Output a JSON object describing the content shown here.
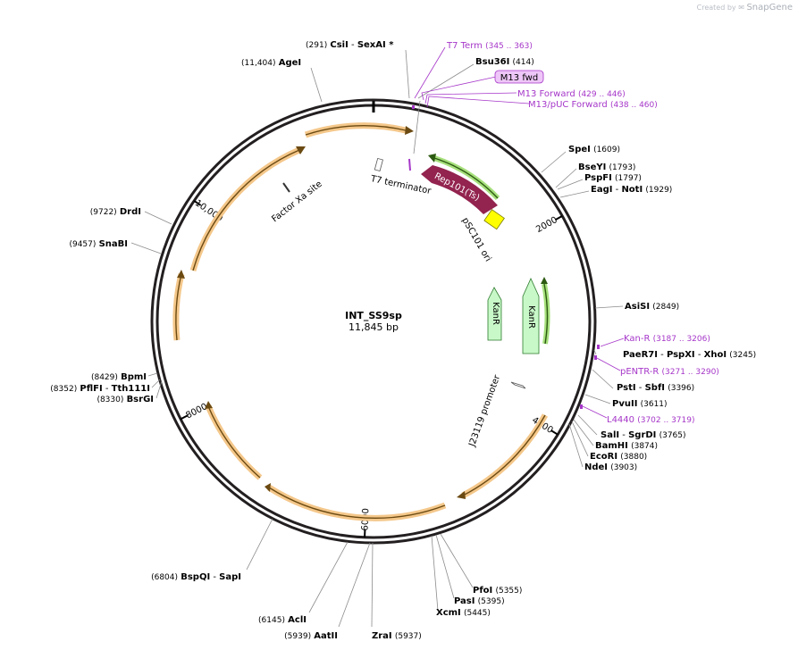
{
  "brand": {
    "prefix": "Created by",
    "name": "SnapGene"
  },
  "plasmid": {
    "name": "INT_SS9sp",
    "length_label": "11,845 bp",
    "length": 11845
  },
  "ticks": [
    {
      "bp": 2000,
      "label": "2000"
    },
    {
      "bp": 4000,
      "label": "4000"
    },
    {
      "bp": 6000,
      "label": "6000"
    },
    {
      "bp": 8000,
      "label": "8000"
    },
    {
      "bp": 10000,
      "label": "10,000"
    }
  ],
  "sites": [
    {
      "name": "CsiI",
      "name2": "SexAI *",
      "pos": "(291)"
    },
    {
      "name": "AgeI",
      "pos": "(11,404)"
    },
    {
      "name": "Bsu36I",
      "pos": "(414)"
    },
    {
      "name": "SpeI",
      "pos": "(1609)"
    },
    {
      "name": "BseYI",
      "pos": "(1793)"
    },
    {
      "name": "PspFI",
      "pos": "(1797)"
    },
    {
      "name": "EagI",
      "name2": "NotI",
      "pos": "(1929)"
    },
    {
      "name": "AsiSI",
      "pos": "(2849)"
    },
    {
      "name": "PaeR7I",
      "name2": "PspXI",
      "name3": "XhoI",
      "pos": "(3245)"
    },
    {
      "name": "PstI",
      "name2": "SbfI",
      "pos": "(3396)"
    },
    {
      "name": "PvuII",
      "pos": "(3611)"
    },
    {
      "name": "SalI",
      "name2": "SgrDI",
      "pos": "(3765)"
    },
    {
      "name": "BamHI",
      "pos": "(3874)"
    },
    {
      "name": "EcoRI",
      "pos": "(3880)"
    },
    {
      "name": "NdeI",
      "pos": "(3903)"
    },
    {
      "name": "PfoI",
      "pos": "(5355)"
    },
    {
      "name": "PasI",
      "pos": "(5395)"
    },
    {
      "name": "XcmI",
      "pos": "(5445)"
    },
    {
      "name": "ZraI",
      "pos": "(5937)"
    },
    {
      "name": "AatII",
      "pos": "(5939)"
    },
    {
      "name": "AclI",
      "pos": "(6145)"
    },
    {
      "name": "BspQI",
      "name2": "SapI",
      "pos": "(6804)"
    },
    {
      "name": "BsrGI",
      "pos": "(8330)"
    },
    {
      "name": "PflFI",
      "name2": "Tth111I",
      "pos": "(8352)"
    },
    {
      "name": "BpmI",
      "pos": "(8429)"
    },
    {
      "name": "SnaBI",
      "pos": "(9457)"
    },
    {
      "name": "DrdI",
      "pos": "(9722)"
    }
  ],
  "primers": [
    {
      "name": "T7 Term",
      "range": "(345 .. 363)"
    },
    {
      "name": "M13 fwd",
      "boxed": true
    },
    {
      "name": "M13 Forward",
      "range": "(429 .. 446)"
    },
    {
      "name": "M13/pUC Forward",
      "range": "(438 .. 460)"
    },
    {
      "name": "Kan-R",
      "range": "(3187 .. 3206)"
    },
    {
      "name": "pENTR-R",
      "range": "(3271 .. 3290)"
    },
    {
      "name": "L4440",
      "range": "(3702 .. 3719)"
    }
  ],
  "features": [
    {
      "name": "T7 terminator",
      "type": "terminator"
    },
    {
      "name": "Rep101(Ts)",
      "type": "cds",
      "color": "#93234f"
    },
    {
      "name": "pSC101 ori",
      "type": "origin",
      "color": "#ffff00"
    },
    {
      "name": "KanR",
      "type": "cds",
      "color": "#c8f8c8"
    },
    {
      "name": "KanR",
      "type": "cds",
      "color": "#c8f8c8"
    },
    {
      "name": "J23119 promoter",
      "type": "promoter"
    },
    {
      "name": "Factor Xa site",
      "type": "site"
    }
  ],
  "colors": {
    "backbone": "#231f20",
    "primer": "#a637c9",
    "orf_arc": "#f4c78a",
    "green_arc": "#a6e07c",
    "primer_box": "#eec6f7"
  }
}
